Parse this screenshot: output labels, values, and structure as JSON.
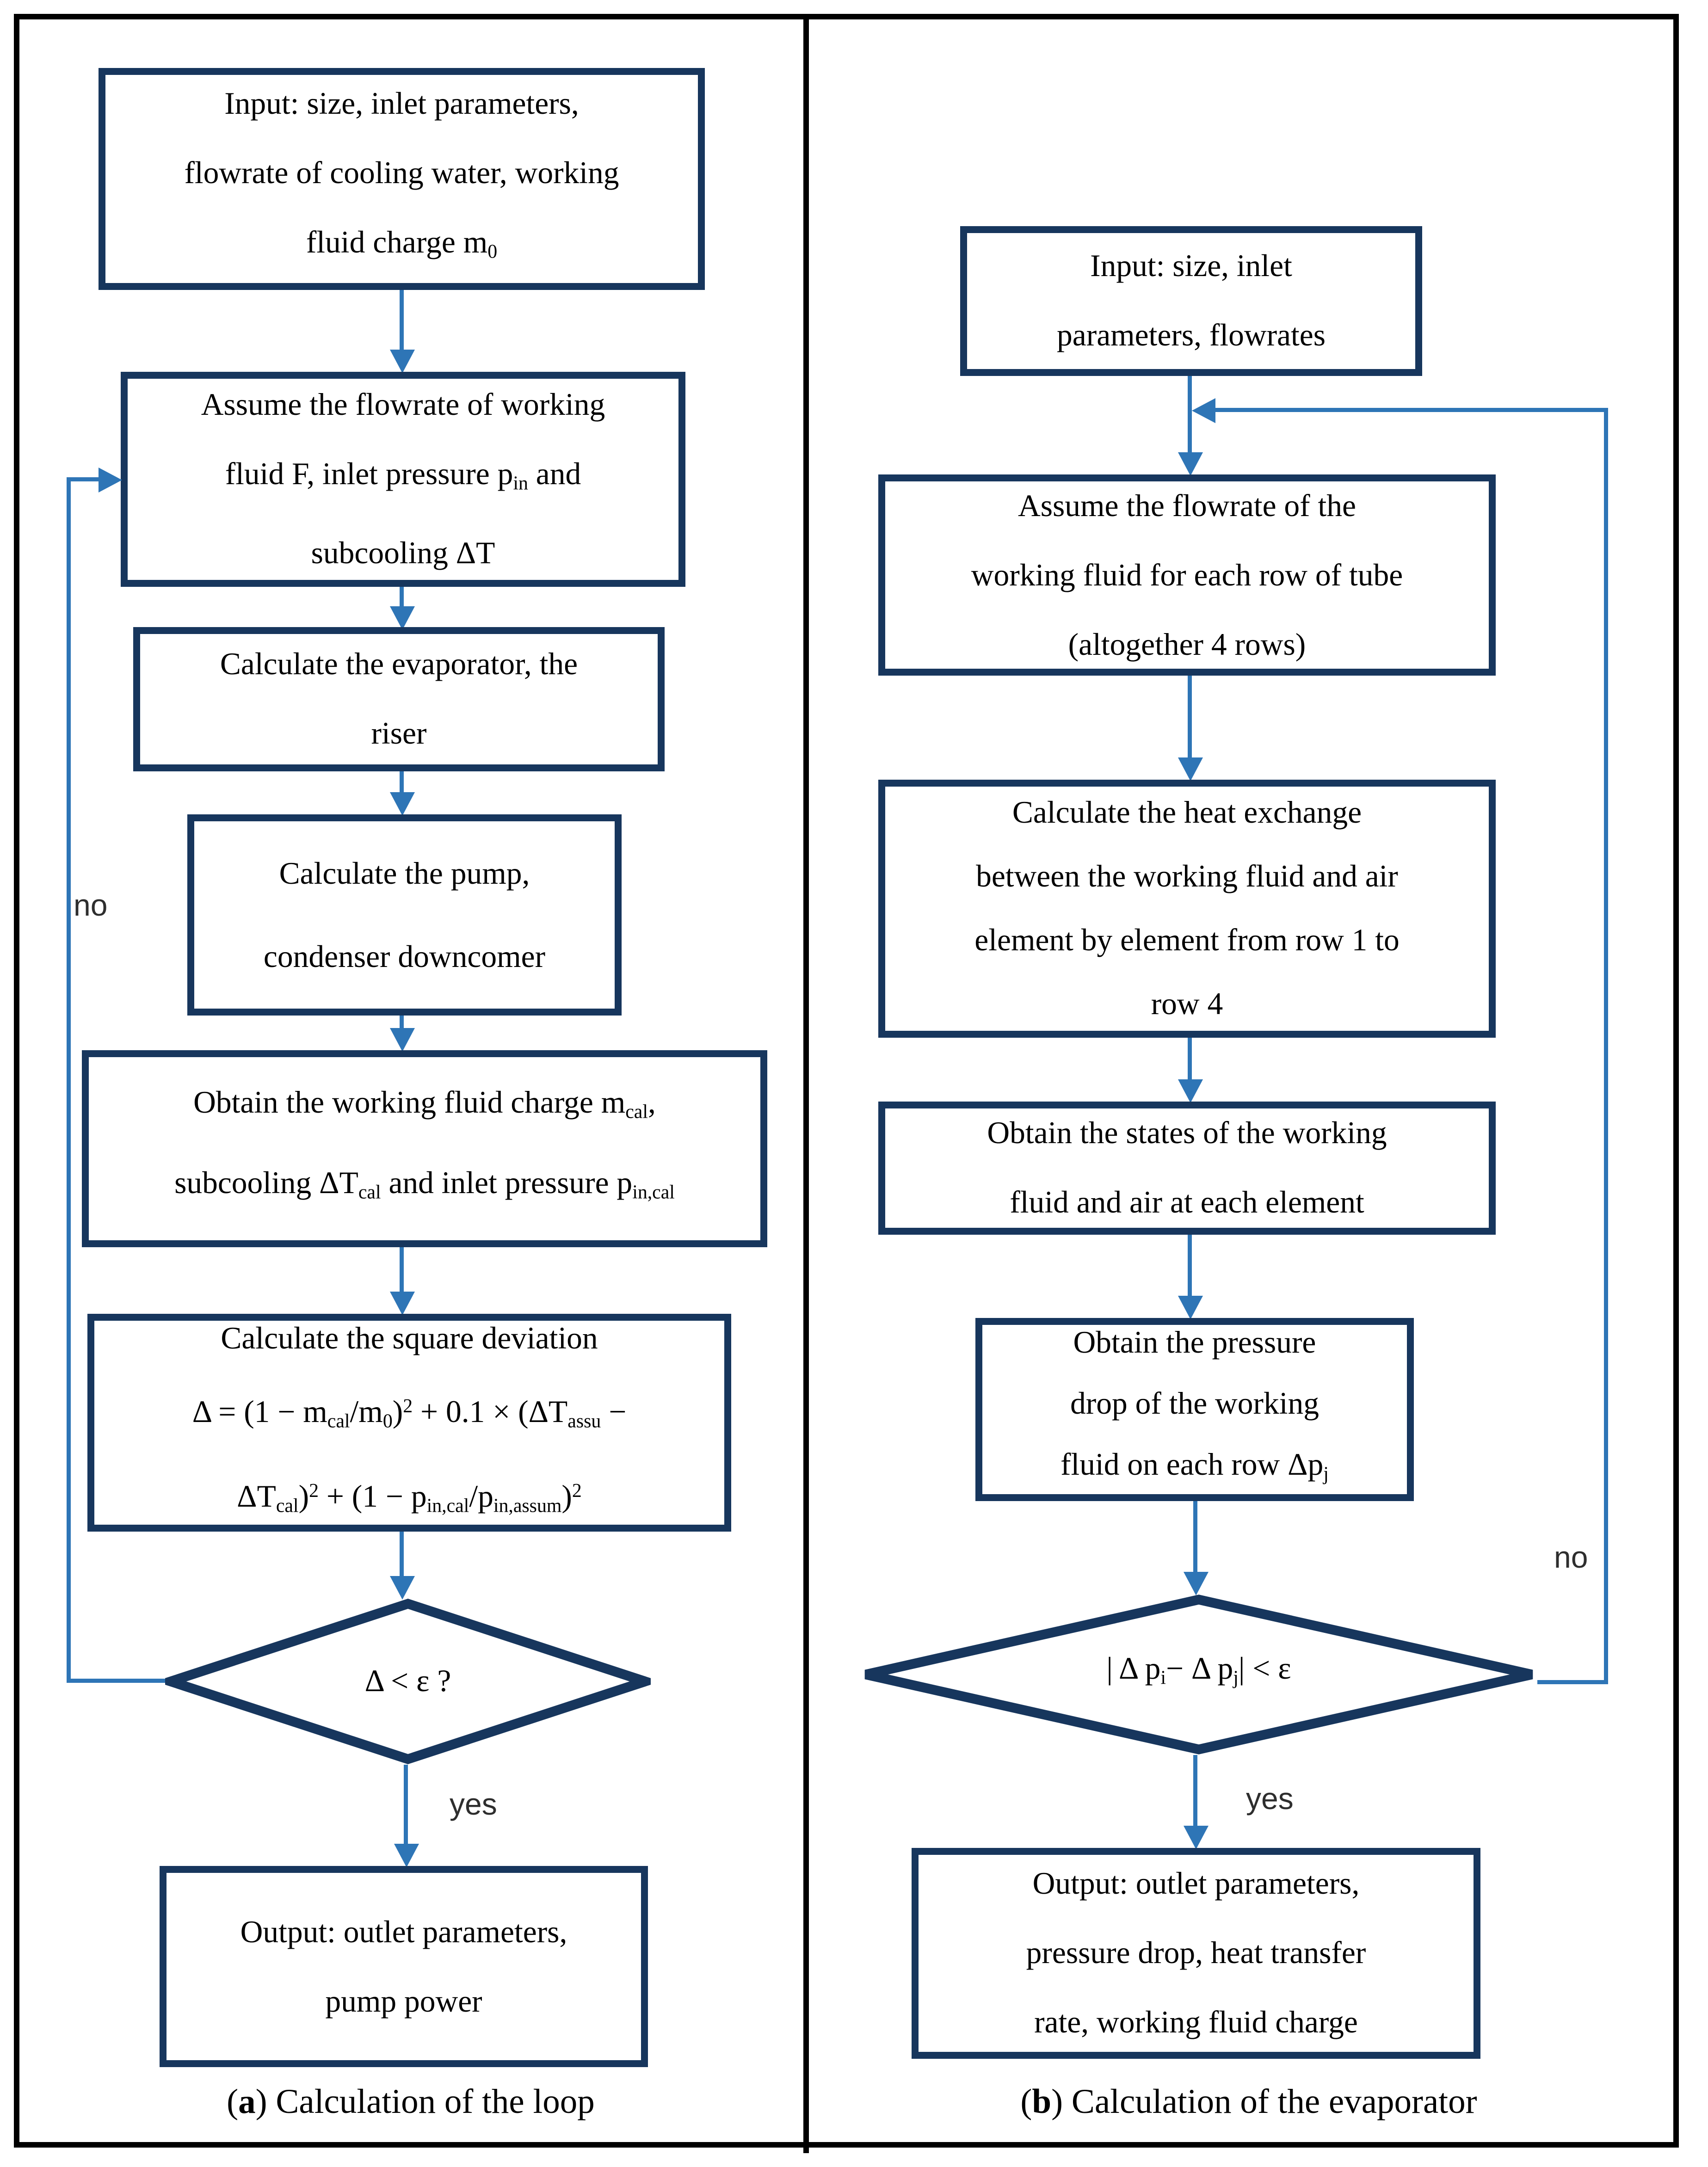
{
  "left": {
    "caption": {
      "open": "(",
      "letter": "a",
      "rest": ") Calculation of the loop"
    },
    "no_label": "no",
    "yes_label": "yes",
    "boxes": {
      "input": {
        "lines": [
          "Input: size, inlet parameters,",
          "flowrate of cooling water, working",
          [
            {
              "t": "fluid charge m"
            },
            {
              "t": "0",
              "s": "sub"
            }
          ]
        ]
      },
      "assume": {
        "lines": [
          "Assume the flowrate of working",
          [
            {
              "t": "fluid F, inlet pressure p"
            },
            {
              "t": "in",
              "s": "sub"
            },
            {
              "t": " and"
            }
          ],
          "subcooling ΔT"
        ]
      },
      "calc_evaporator": {
        "lines": [
          "Calculate the evaporator, the",
          "riser"
        ]
      },
      "calc_pump": {
        "lines": [
          "Calculate the pump,",
          "condenser downcomer"
        ]
      },
      "obtain_charge": {
        "lines": [
          [
            {
              "t": "Obtain the working fluid charge m"
            },
            {
              "t": "cal",
              "s": "sub"
            },
            {
              "t": ","
            }
          ],
          [
            {
              "t": "subcooling ΔT"
            },
            {
              "t": "cal",
              "s": "sub"
            },
            {
              "t": " and inlet pressure p"
            },
            {
              "t": "in,cal",
              "s": "sub"
            }
          ]
        ]
      },
      "square_deviation": {
        "lines": [
          "Calculate the square deviation",
          [
            {
              "t": "Δ = (1 − m"
            },
            {
              "t": "cal",
              "s": "sub"
            },
            {
              "t": "/m"
            },
            {
              "t": "0",
              "s": "sub"
            },
            {
              "t": ")"
            },
            {
              "t": "2",
              "s": "sup"
            },
            {
              "t": " + 0.1 × (ΔT"
            },
            {
              "t": "assu",
              "s": "sub"
            },
            {
              "t": " −"
            }
          ],
          [
            {
              "t": "ΔT"
            },
            {
              "t": "cal",
              "s": "sub"
            },
            {
              "t": ")"
            },
            {
              "t": "2",
              "s": "sup"
            },
            {
              "t": " + (1 − p"
            },
            {
              "t": "in,cal",
              "s": "sub"
            },
            {
              "t": "/p"
            },
            {
              "t": "in,assum",
              "s": "sub"
            },
            {
              "t": ")"
            },
            {
              "t": "2",
              "s": "sup"
            }
          ]
        ]
      },
      "decision": {
        "lines": [
          "Δ < ε ?"
        ]
      },
      "output": {
        "lines": [
          "Output: outlet parameters,",
          "pump power"
        ]
      }
    }
  },
  "right": {
    "caption": {
      "open": "(",
      "letter": "b",
      "rest": ") Calculation of the evaporator"
    },
    "no_label": "no",
    "yes_label": "yes",
    "boxes": {
      "input": {
        "lines": [
          "Input: size, inlet",
          "parameters, flowrates"
        ]
      },
      "assume_rows": {
        "lines": [
          "Assume the flowrate of the",
          "working fluid for each row of tube",
          "(altogether 4 rows)"
        ]
      },
      "calc_heat_exchange": {
        "lines": [
          "Calculate the heat exchange",
          "between the working fluid and air",
          "element by element from row 1 to",
          "row 4"
        ]
      },
      "obtain_states": {
        "lines": [
          "Obtain the states of the working",
          "fluid and air at each element"
        ]
      },
      "obtain_pressure_drop": {
        "lines": [
          "Obtain the pressure",
          "drop of the working",
          [
            {
              "t": "fluid on each row Δp"
            },
            {
              "t": "j",
              "s": "sub"
            }
          ]
        ]
      },
      "decision": {
        "lines": [
          [
            {
              "t": "| Δ p"
            },
            {
              "t": "i",
              "s": "sub"
            },
            {
              "t": "− Δ p"
            },
            {
              "t": "j",
              "s": "sub"
            },
            {
              "t": "| < ε"
            }
          ]
        ]
      },
      "output": {
        "lines": [
          "Output: outlet parameters,",
          "pressure drop, heat transfer",
          "rate, working fluid charge"
        ]
      }
    }
  }
}
